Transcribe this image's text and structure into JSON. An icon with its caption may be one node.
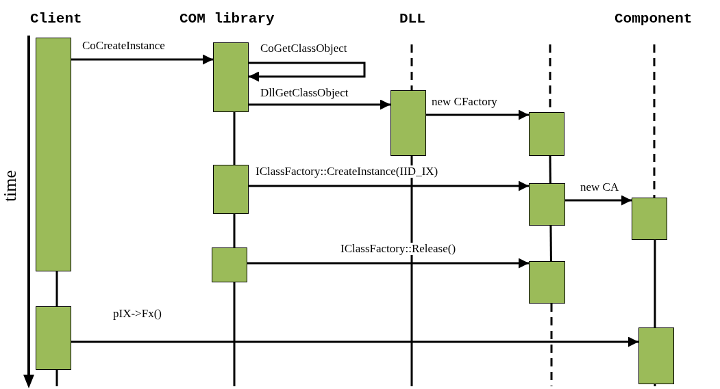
{
  "diagram": {
    "nodes": [
      {
        "text": [],
        "shape": "box"
      },
      {
        "text": [],
        "shape": "box"
      },
      {
        "text": [],
        "shape": "box"
      },
      {
        "text": [],
        "shape": "box"
      },
      {
        "text": [],
        "shape": "box"
      },
      {
        "text": [],
        "shape": "box"
      },
      {
        "text": [],
        "shape": "box"
      },
      {
        "text": [],
        "shape": "box"
      },
      {
        "text": [],
        "shape": "box"
      },
      {
        "text": [],
        "shape": "box"
      },
      {
        "text": [],
        "shape": "box"
      }
    ],
    "edges": [
      {
        "from": 0,
        "to": 1,
        "arrow": "to",
        "label": "CoCreateInstance"
      },
      {
        "from": 1,
        "to": 1,
        "arrow": "to",
        "label": "CoGetClassObject"
      },
      {
        "from": 1,
        "to": 2,
        "arrow": "to",
        "label": "DllGetClassObject"
      },
      {
        "from": 2,
        "to": 3,
        "arrow": "to",
        "label": "new CFactory"
      },
      {
        "from": 4,
        "to": 5,
        "arrow": "to",
        "label": "IClassFactory::CreateInstance(IID_IX)"
      },
      {
        "from": 5,
        "to": 6,
        "arrow": "to",
        "label": "new CA"
      },
      {
        "from": 7,
        "to": 8,
        "arrow": "to",
        "label": "IClassFactory::Release()"
      },
      {
        "from": 9,
        "to": 10,
        "arrow": "to",
        "label": "pIX->Fx()"
      }
    ],
    "labels": [
      "Client",
      "COM library",
      "DLL",
      "Component",
      "time"
    ]
  }
}
